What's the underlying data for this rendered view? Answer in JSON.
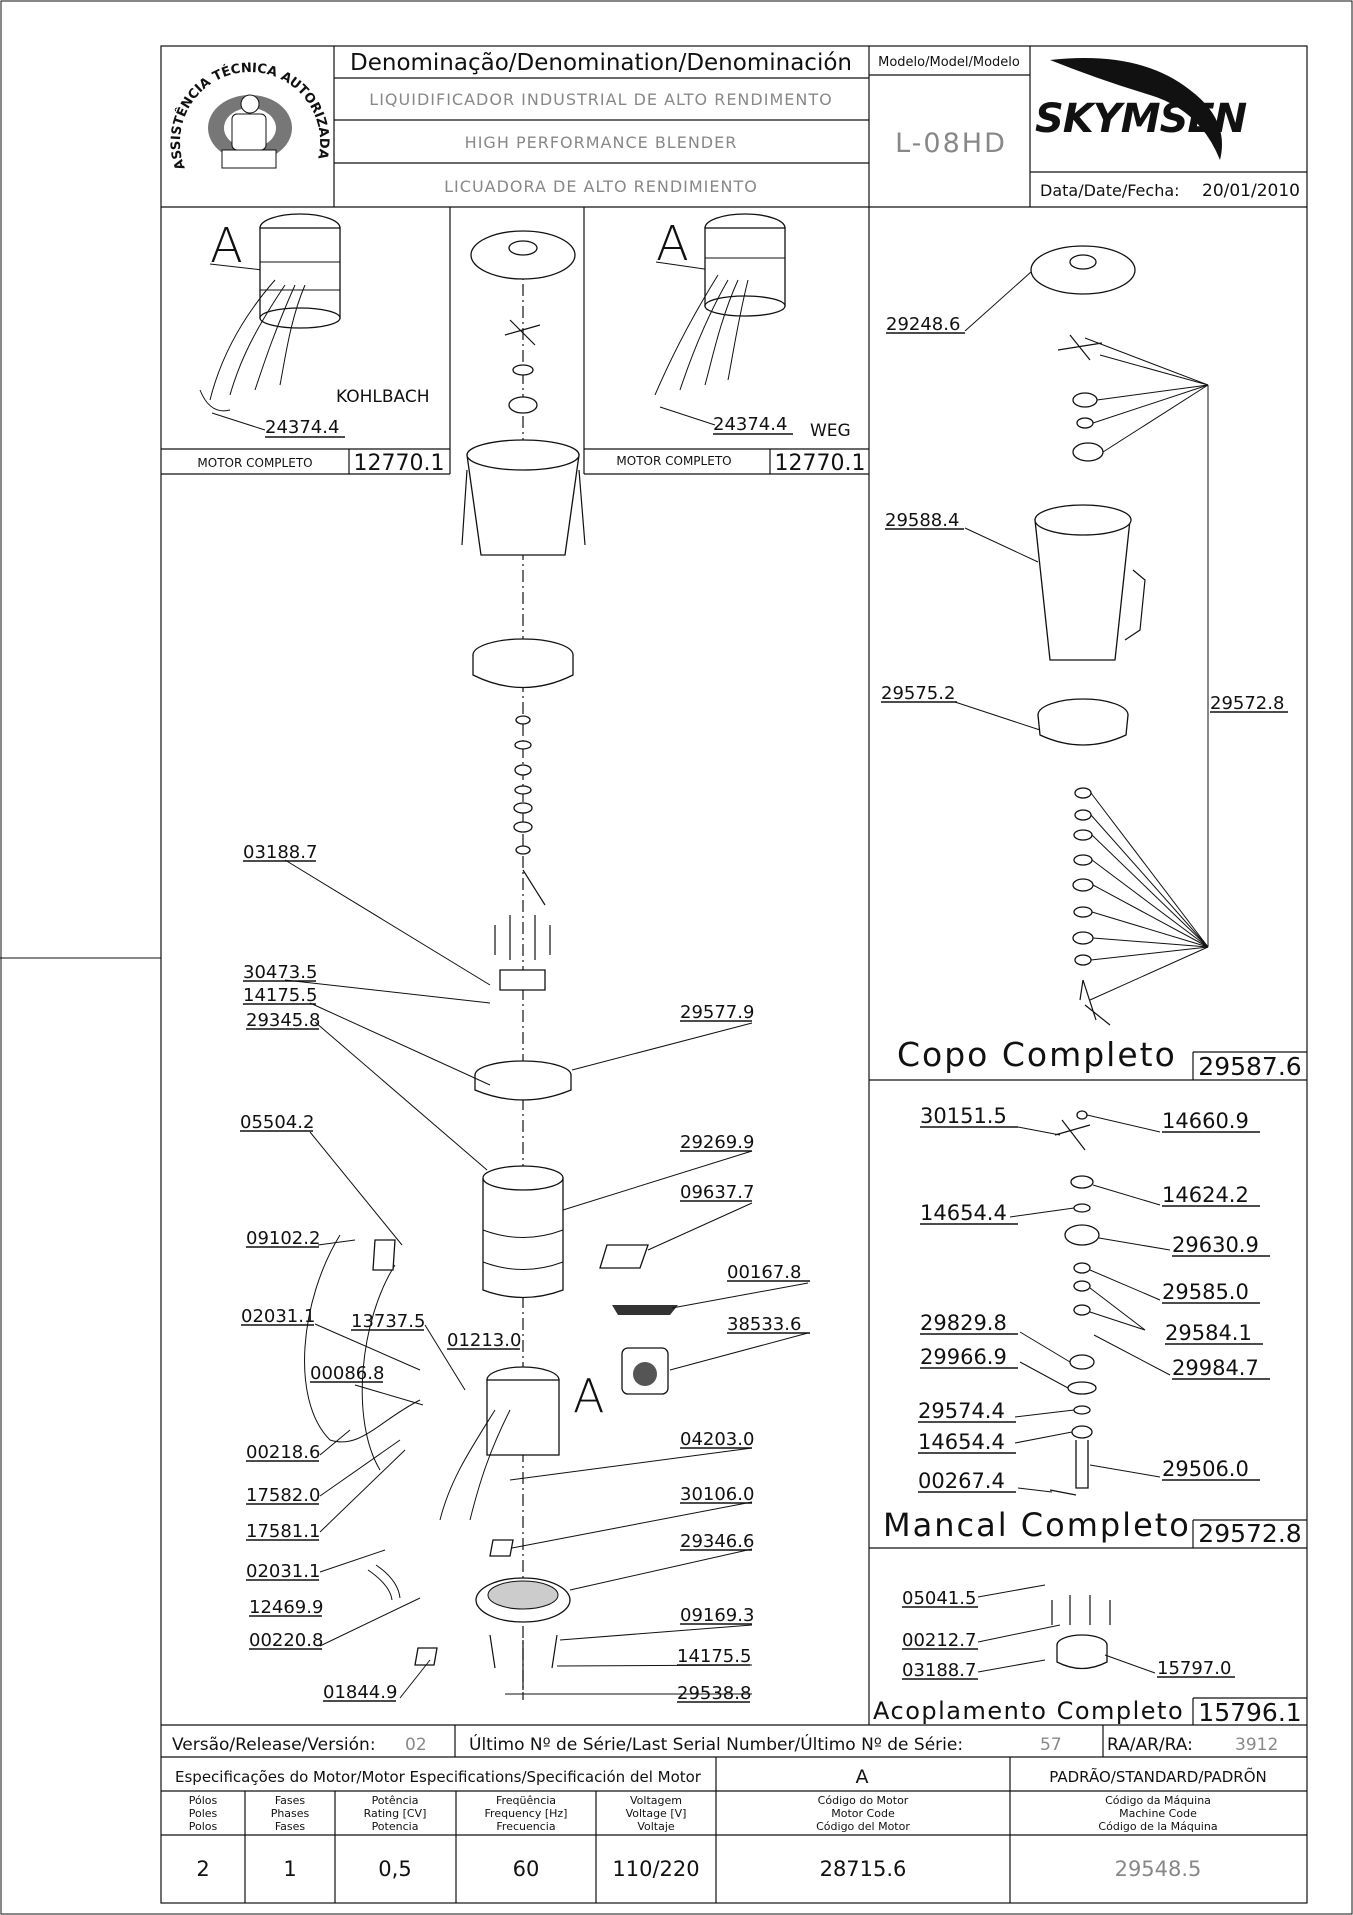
{
  "header": {
    "denomination_label": "Denominação/Denomination/Denominación",
    "name_pt": "LIQUIDIFICADOR INDUSTRIAL DE ALTO RENDIMENTO",
    "name_en": "HIGH PERFORMANCE BLENDER",
    "name_es": "LICUADORA DE ALTO RENDIMIENTO",
    "model_label": "Modelo/Model/Modelo",
    "model_value": "L-08HD",
    "brand": "SKYMSEN",
    "date_label": "Data/Date/Fecha:",
    "date_value": "20/01/2010",
    "seal_text": "ASSISTÊNCIA TÉCNICA AUTORIZADA"
  },
  "motor_panels": {
    "left": {
      "detail_letter": "A",
      "brand": "KOHLBACH",
      "part": "24374.4",
      "label": "MOTOR COMPLETO",
      "code": "12770.1"
    },
    "right": {
      "detail_letter": "A",
      "brand": "WEG",
      "part": "24374.4",
      "label": "MOTOR COMPLETO",
      "code": "12770.1"
    }
  },
  "main_parts": {
    "p03188_7": "03188.7",
    "p30473_5": "30473.5",
    "p14175_5a": "14175.5",
    "p29345_8": "29345.8",
    "p29577_9": "29577.9",
    "p05504_2": "05504.2",
    "p29269_9": "29269.9",
    "p09637_7": "09637.7",
    "p09102_2": "09102.2",
    "p00167_8": "00167.8",
    "p02031_1a": "02031.1",
    "p13737_5": "13737.5",
    "p01213_0": "01213.0",
    "p38533_6": "38533.6",
    "p00086_8": "00086.8",
    "detail_letter": "A",
    "p00218_6": "00218.6",
    "p04203_0": "04203.0",
    "p17582_0": "17582.0",
    "p30106_0": "30106.0",
    "p17581_1": "17581.1",
    "p29346_6": "29346.6",
    "p02031_1b": "02031.1",
    "p12469_9": "12469.9",
    "p09169_3": "09169.3",
    "p00220_8": "00220.8",
    "p14175_5b": "14175.5",
    "p01844_9": "01844.9",
    "p29538_8": "29538.8"
  },
  "copo": {
    "p29248_6": "29248.6",
    "p29588_4": "29588.4",
    "p29575_2": "29575.2",
    "p29572_8": "29572.8",
    "title": "Copo Completo",
    "code": "29587.6"
  },
  "mancal": {
    "p30151_5": "30151.5",
    "p14660_9": "14660.9",
    "p14624_2": "14624.2",
    "p14654_4a": "14654.4",
    "p29630_9": "29630.9",
    "p29585_0": "29585.0",
    "p29829_8": "29829.8",
    "p29584_1": "29584.1",
    "p29966_9": "29966.9",
    "p29984_7": "29984.7",
    "p29574_4": "29574.4",
    "p14654_4b": "14654.4",
    "p00267_4": "00267.4",
    "p29506_0": "29506.0",
    "title": "Mancal Completo",
    "code": "29572.8"
  },
  "acoplamento": {
    "p05041_5": "05041.5",
    "p00212_7": "00212.7",
    "p03188_7": "03188.7",
    "p15797_0": "15797.0",
    "title": "Acoplamento Completo",
    "code": "15796.1"
  },
  "footer": {
    "version_label": "Versão/Release/Versión:",
    "version_value": "02",
    "serial_label": "Último Nº de Série/Last Serial Number/Último Nº de Série:",
    "serial_value": "57",
    "ra_label": "RA/AR/RA:",
    "ra_value": "3912",
    "spec_title": "Especificações do Motor/Motor Especifications/Specificación del Motor",
    "motor_letter": "A",
    "standard_label": "PADRÃO/STANDARD/PADRÕN",
    "col_poles": [
      "Pólos",
      "Poles",
      "Polos"
    ],
    "col_phases": [
      "Fases",
      "Phases",
      "Fases"
    ],
    "col_power": [
      "Potência",
      "Rating [CV]",
      "Potencia"
    ],
    "col_freq": [
      "Freqüência",
      "Frequency [Hz]",
      "Frecuencia"
    ],
    "col_voltage": [
      "Voltagem",
      "Voltage [V]",
      "Voltaje"
    ],
    "col_motor_code": [
      "Código do Motor",
      "Motor Code",
      "Código del Motor"
    ],
    "col_machine_code": [
      "Código da Máquina",
      "Machine Code",
      "Código de la Máquina"
    ],
    "poles": "2",
    "phases": "1",
    "power": "0,5",
    "freq": "60",
    "voltage": "110/220",
    "motor_code": "28715.6",
    "machine_code": "29548.5"
  },
  "colors": {
    "ink": "#111111",
    "muted": "#888888"
  }
}
